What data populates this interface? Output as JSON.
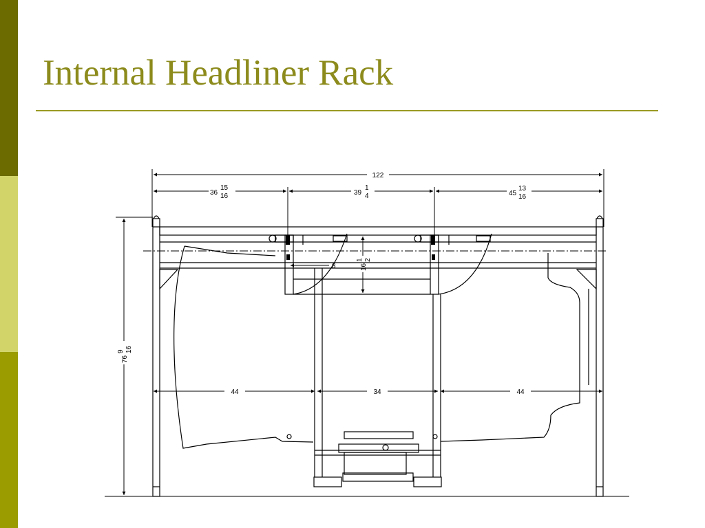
{
  "slide": {
    "title": "Internal Headliner Rack"
  },
  "theme": {
    "bar_top": "#6b6b00",
    "bar_mid": "#d2d46a",
    "bar_bottom": "#9a9c00",
    "title_color": "#8c8b1c"
  },
  "dimensions": {
    "overall_width": "122",
    "seg_left": {
      "whole": "36",
      "num": "15",
      "den": "16"
    },
    "seg_mid": {
      "whole": "39",
      "num": "1",
      "den": "4"
    },
    "seg_right": {
      "whole": "45",
      "num": "13",
      "den": "16"
    },
    "height": {
      "whole": "76",
      "num": "9",
      "den": "16"
    },
    "small_h": "8",
    "rack_drop": {
      "whole": "16",
      "num": "1",
      "den": "2"
    },
    "bottom_left": "44",
    "bottom_mid": "34",
    "bottom_right": "44"
  }
}
